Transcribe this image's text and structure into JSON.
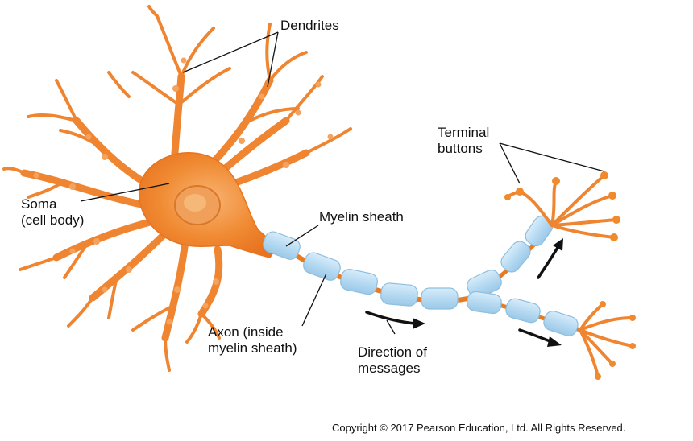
{
  "labels": {
    "dendrites": "Dendrites",
    "terminal_line1": "Terminal",
    "terminal_line2": "buttons",
    "soma_line1": "Soma",
    "soma_line2": "(cell body)",
    "myelin": "Myelin sheath",
    "axon_line1": "Axon (inside",
    "axon_line2": "myelin sheath)",
    "direction_line1": "Direction of",
    "direction_line2": "messages"
  },
  "copyright": "Copyright © 2017 Pearson Education, Ltd. All Rights Reserved.",
  "colors": {
    "cell": "#f0852a",
    "cell_light": "#f6a35d",
    "nucleus": "#e8923f",
    "myelin_fill": "#b9dcf3",
    "myelin_stroke": "#8ebfe0",
    "node": "#e87a22",
    "text": "#111111"
  }
}
